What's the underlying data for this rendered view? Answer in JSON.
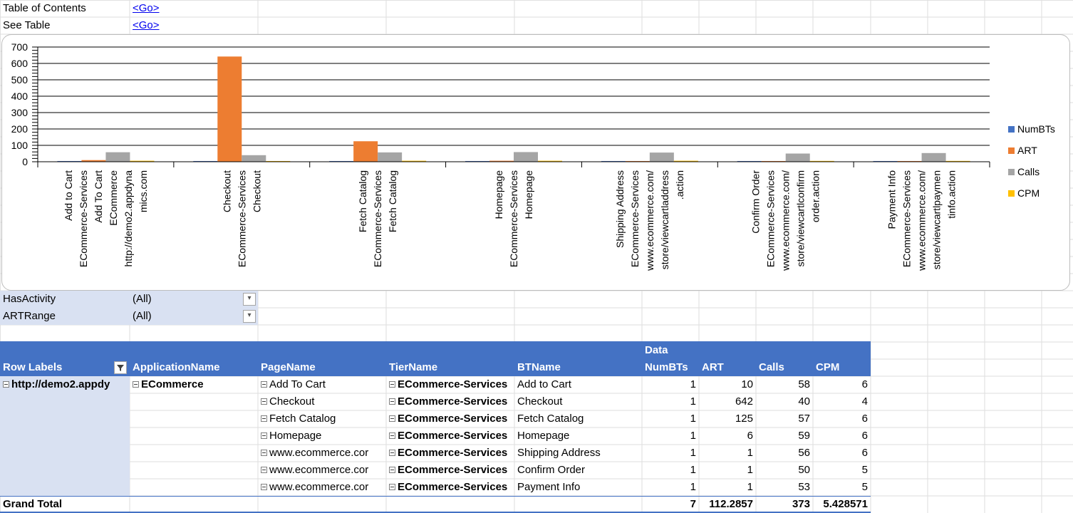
{
  "top_links": [
    {
      "label": "Table of Contents",
      "link": "<Go>"
    },
    {
      "label": "See Table",
      "link": "<Go>"
    }
  ],
  "filters": [
    {
      "label": "HasActivity",
      "value": "(All)"
    },
    {
      "label": "ARTRange",
      "value": "(All)"
    }
  ],
  "pivot": {
    "data_caption": "Data",
    "headers": [
      "Row Labels",
      "ApplicationName",
      "PageName",
      "TierName",
      "BTName",
      "NumBTs",
      "ART",
      "Calls",
      "CPM"
    ],
    "row_label": "http://demo2.appdy",
    "application": "ECommerce",
    "rows": [
      {
        "page": "Add To Cart",
        "tier": "ECommerce-Services",
        "bt": "Add to Cart",
        "numbts": "1",
        "art": "10",
        "calls": "58",
        "cpm": "6"
      },
      {
        "page": "Checkout",
        "tier": "ECommerce-Services",
        "bt": "Checkout",
        "numbts": "1",
        "art": "642",
        "calls": "40",
        "cpm": "4"
      },
      {
        "page": "Fetch Catalog",
        "tier": "ECommerce-Services",
        "bt": "Fetch Catalog",
        "numbts": "1",
        "art": "125",
        "calls": "57",
        "cpm": "6"
      },
      {
        "page": "Homepage",
        "tier": "ECommerce-Services",
        "bt": "Homepage",
        "numbts": "1",
        "art": "6",
        "calls": "59",
        "cpm": "6"
      },
      {
        "page": "www.ecommerce.cor",
        "tier": "ECommerce-Services",
        "bt": "Shipping Address",
        "numbts": "1",
        "art": "1",
        "calls": "56",
        "cpm": "6"
      },
      {
        "page": "www.ecommerce.cor",
        "tier": "ECommerce-Services",
        "bt": "Confirm Order",
        "numbts": "1",
        "art": "1",
        "calls": "50",
        "cpm": "5"
      },
      {
        "page": "www.ecommerce.cor",
        "tier": "ECommerce-Services",
        "bt": "Payment Info",
        "numbts": "1",
        "art": "1",
        "calls": "53",
        "cpm": "5"
      }
    ],
    "grand_total": {
      "label": "Grand Total",
      "numbts": "7",
      "art": "112.2857",
      "calls": "373",
      "cpm": "5.428571"
    }
  },
  "colors": {
    "NumBTs": "#4472c4",
    "ART": "#ed7d31",
    "Calls": "#a5a5a5",
    "CPM": "#ffc000",
    "header": "#4472c4",
    "row_label_fill": "#d9e1f2"
  },
  "chart_data": {
    "type": "bar",
    "categories": [
      [
        "Add to Cart",
        "ECommerce-Services",
        "Add To Cart",
        "ECommerce",
        "http://demo2.appdyna",
        "mics.com"
      ],
      [
        "Checkout",
        "ECommerce-Services",
        "Checkout"
      ],
      [
        "Fetch Catalog",
        "ECommerce-Services",
        "Fetch Catalog"
      ],
      [
        "Homepage",
        "ECommerce-Services",
        "Homepage"
      ],
      [
        "Shipping Address",
        "ECommerce-Services",
        "www.ecommerce.com/",
        "store/viewcartladdress",
        ".action"
      ],
      [
        "Confirm Order",
        "ECommerce-Services",
        "www.ecommerce.com/",
        "store/viewcartlconfirm",
        "order.action"
      ],
      [
        "Payment Info",
        "ECommerce-Services",
        "www.ecommerce.com/",
        "store/viewcartlpaymen",
        "tinfo.action"
      ]
    ],
    "series": [
      {
        "name": "NumBTs",
        "values": [
          1,
          1,
          1,
          1,
          1,
          1,
          1
        ]
      },
      {
        "name": "ART",
        "values": [
          10,
          642,
          125,
          6,
          1,
          1,
          1
        ]
      },
      {
        "name": "Calls",
        "values": [
          58,
          40,
          57,
          59,
          56,
          50,
          53
        ]
      },
      {
        "name": "CPM",
        "values": [
          6,
          4,
          6,
          6,
          6,
          5,
          5
        ]
      }
    ],
    "ylim": [
      0,
      700
    ],
    "yticks": [
      "0",
      "100",
      "200",
      "300",
      "400",
      "500",
      "600",
      "700"
    ],
    "grid": true,
    "legend": "right"
  }
}
